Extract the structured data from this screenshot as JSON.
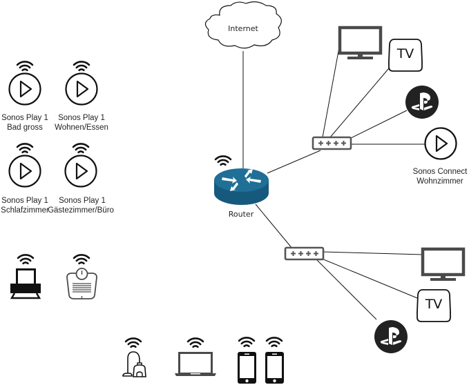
{
  "diagram": {
    "title": "Home network",
    "colors": {
      "router": "#1f6f97",
      "router_side": "#155a7c",
      "icon_dark": "#111111",
      "icon_gray": "#4a4a4a",
      "ps_circle": "#222222",
      "line": "#111111"
    },
    "nodes": {
      "internet": {
        "label": "Internet",
        "icon": "cloud-icon"
      },
      "router": {
        "label": "Router",
        "icon": "router-icon"
      },
      "switch1": {
        "icon": "switch-icon"
      },
      "switch2": {
        "icon": "switch-icon"
      },
      "tv_monitor_1": {
        "icon": "monitor-icon"
      },
      "apple_tv_1": {
        "label": "TV",
        "icon": "apple-tv-icon"
      },
      "playstation_1": {
        "icon": "playstation-icon"
      },
      "sonos_connect": {
        "label_line1": "Sonos Connect",
        "label_line2": "Wohnzimmer",
        "icon": "play-icon"
      },
      "tv_monitor_2": {
        "icon": "monitor-icon"
      },
      "apple_tv_2": {
        "label": "TV",
        "icon": "apple-tv-icon"
      },
      "playstation_2": {
        "icon": "playstation-icon"
      },
      "sonos_play_bad": {
        "label_line1": "Sonos Play 1",
        "label_line2": "Bad gross",
        "icon": "play-icon",
        "wireless": true
      },
      "sonos_play_wohnen": {
        "label_line1": "Sonos Play 1",
        "label_line2": "Wohnen/Essen",
        "icon": "play-icon",
        "wireless": true
      },
      "sonos_play_schlaf": {
        "label_line1": "Sonos Play 1",
        "label_line2": "Schlafzimmer",
        "icon": "play-icon",
        "wireless": true
      },
      "sonos_play_gaeste": {
        "label_line1": "Sonos Play 1",
        "label_line2": "Gästezimmer/Büro",
        "icon": "play-icon",
        "wireless": true
      },
      "printer": {
        "icon": "printer-icon",
        "wireless": true
      },
      "scale": {
        "icon": "scale-icon",
        "wireless": true
      },
      "vacuum": {
        "icon": "vacuum-icon",
        "wireless": true
      },
      "laptop": {
        "icon": "laptop-icon",
        "wireless": true
      },
      "phone_1": {
        "icon": "smartphone-icon",
        "wireless": true
      },
      "phone_2": {
        "icon": "smartphone-icon",
        "wireless": true
      }
    },
    "connections": [
      {
        "from": "internet",
        "to": "router"
      },
      {
        "from": "router",
        "to": "switch1"
      },
      {
        "from": "router",
        "to": "switch2"
      },
      {
        "from": "switch1",
        "to": "tv_monitor_1"
      },
      {
        "from": "switch1",
        "to": "apple_tv_1"
      },
      {
        "from": "switch1",
        "to": "playstation_1"
      },
      {
        "from": "switch1",
        "to": "sonos_connect"
      },
      {
        "from": "switch2",
        "to": "tv_monitor_2"
      },
      {
        "from": "switch2",
        "to": "apple_tv_2"
      },
      {
        "from": "switch2",
        "to": "playstation_2"
      }
    ]
  }
}
